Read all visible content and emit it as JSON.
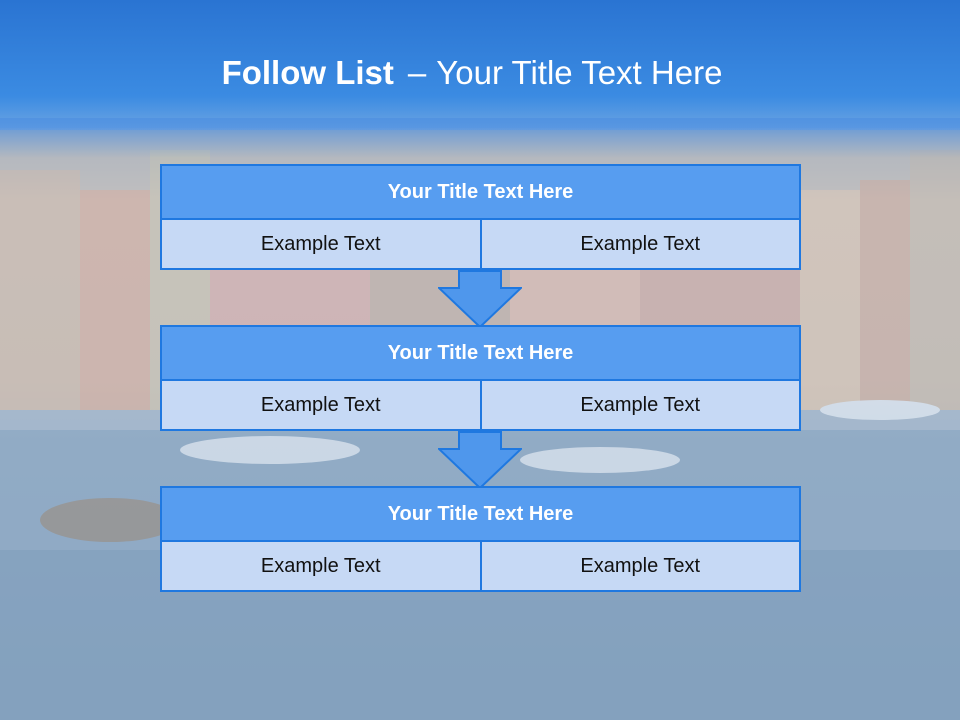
{
  "slide": {
    "title_bold": "Follow List",
    "title_dash": "–",
    "title_rest": "Your Title Text Here"
  },
  "blocks": [
    {
      "title": "Your Title Text Here",
      "left": "Example Text",
      "right": "Example Text"
    },
    {
      "title": "Your Title Text Here",
      "left": "Example Text",
      "right": "Example Text"
    },
    {
      "title": "Your Title Text Here",
      "left": "Example Text",
      "right": "Example Text"
    }
  ],
  "colors": {
    "header_blue": "#2a74d2",
    "title_box": "#579df0",
    "cell_box": "#c6d9f5",
    "border": "#1f78e0",
    "arrow_fill": "#4f97ec"
  },
  "icons": [
    "down-arrow-icon"
  ]
}
